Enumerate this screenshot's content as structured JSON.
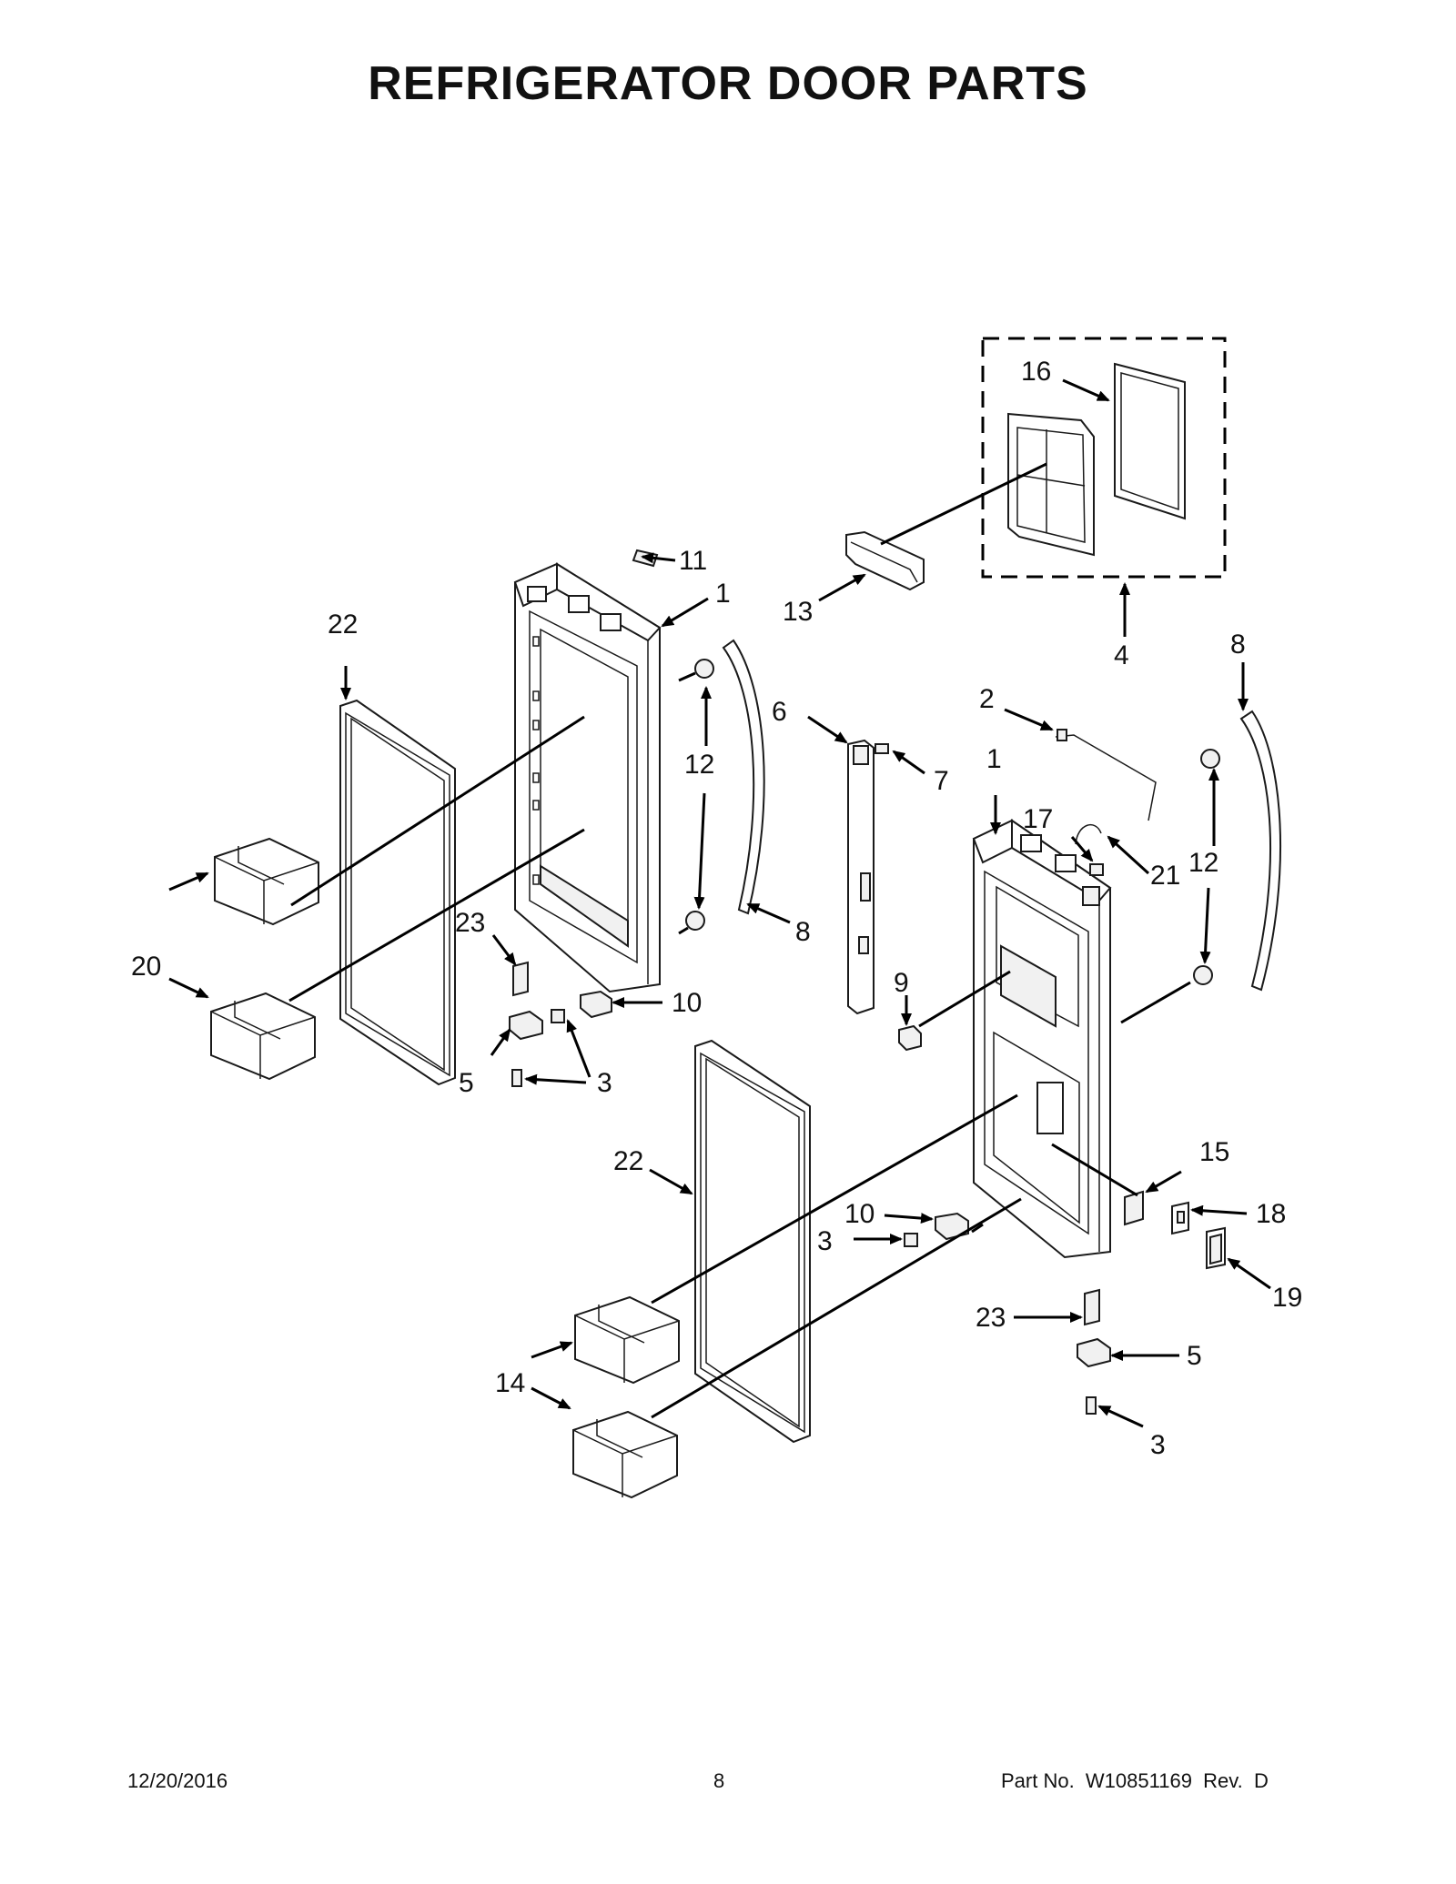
{
  "title": "REFRIGERATOR DOOR PARTS",
  "footer": {
    "date": "12/20/2016",
    "page": "8",
    "part_no": "Part No.  W10851169  Rev.  D"
  },
  "callouts": [
    {
      "id": "c-16",
      "text": "16"
    },
    {
      "id": "c-11",
      "text": "11"
    },
    {
      "id": "c-1a",
      "text": "1"
    },
    {
      "id": "c-13",
      "text": "13"
    },
    {
      "id": "c-4",
      "text": "4"
    },
    {
      "id": "c-22a",
      "text": "22"
    },
    {
      "id": "c-8a",
      "text": "8"
    },
    {
      "id": "c-6",
      "text": "6"
    },
    {
      "id": "c-12a",
      "text": "12"
    },
    {
      "id": "c-2",
      "text": "2"
    },
    {
      "id": "c-7",
      "text": "7"
    },
    {
      "id": "c-1b",
      "text": "1"
    },
    {
      "id": "c-17",
      "text": "17"
    },
    {
      "id": "c-21",
      "text": "21"
    },
    {
      "id": "c-12b",
      "text": "12"
    },
    {
      "id": "c-8b",
      "text": "8"
    },
    {
      "id": "c-23a",
      "text": "23"
    },
    {
      "id": "c-20",
      "text": "20"
    },
    {
      "id": "c-9",
      "text": "9"
    },
    {
      "id": "c-10a",
      "text": "10"
    },
    {
      "id": "c-5a",
      "text": "5"
    },
    {
      "id": "c-3a",
      "text": "3"
    },
    {
      "id": "c-22b",
      "text": "22"
    },
    {
      "id": "c-15",
      "text": "15"
    },
    {
      "id": "c-10b",
      "text": "10"
    },
    {
      "id": "c-18",
      "text": "18"
    },
    {
      "id": "c-3b",
      "text": "3"
    },
    {
      "id": "c-19",
      "text": "19"
    },
    {
      "id": "c-23b",
      "text": "23"
    },
    {
      "id": "c-5b",
      "text": "5"
    },
    {
      "id": "c-14",
      "text": "14"
    },
    {
      "id": "c-3c",
      "text": "3"
    }
  ]
}
